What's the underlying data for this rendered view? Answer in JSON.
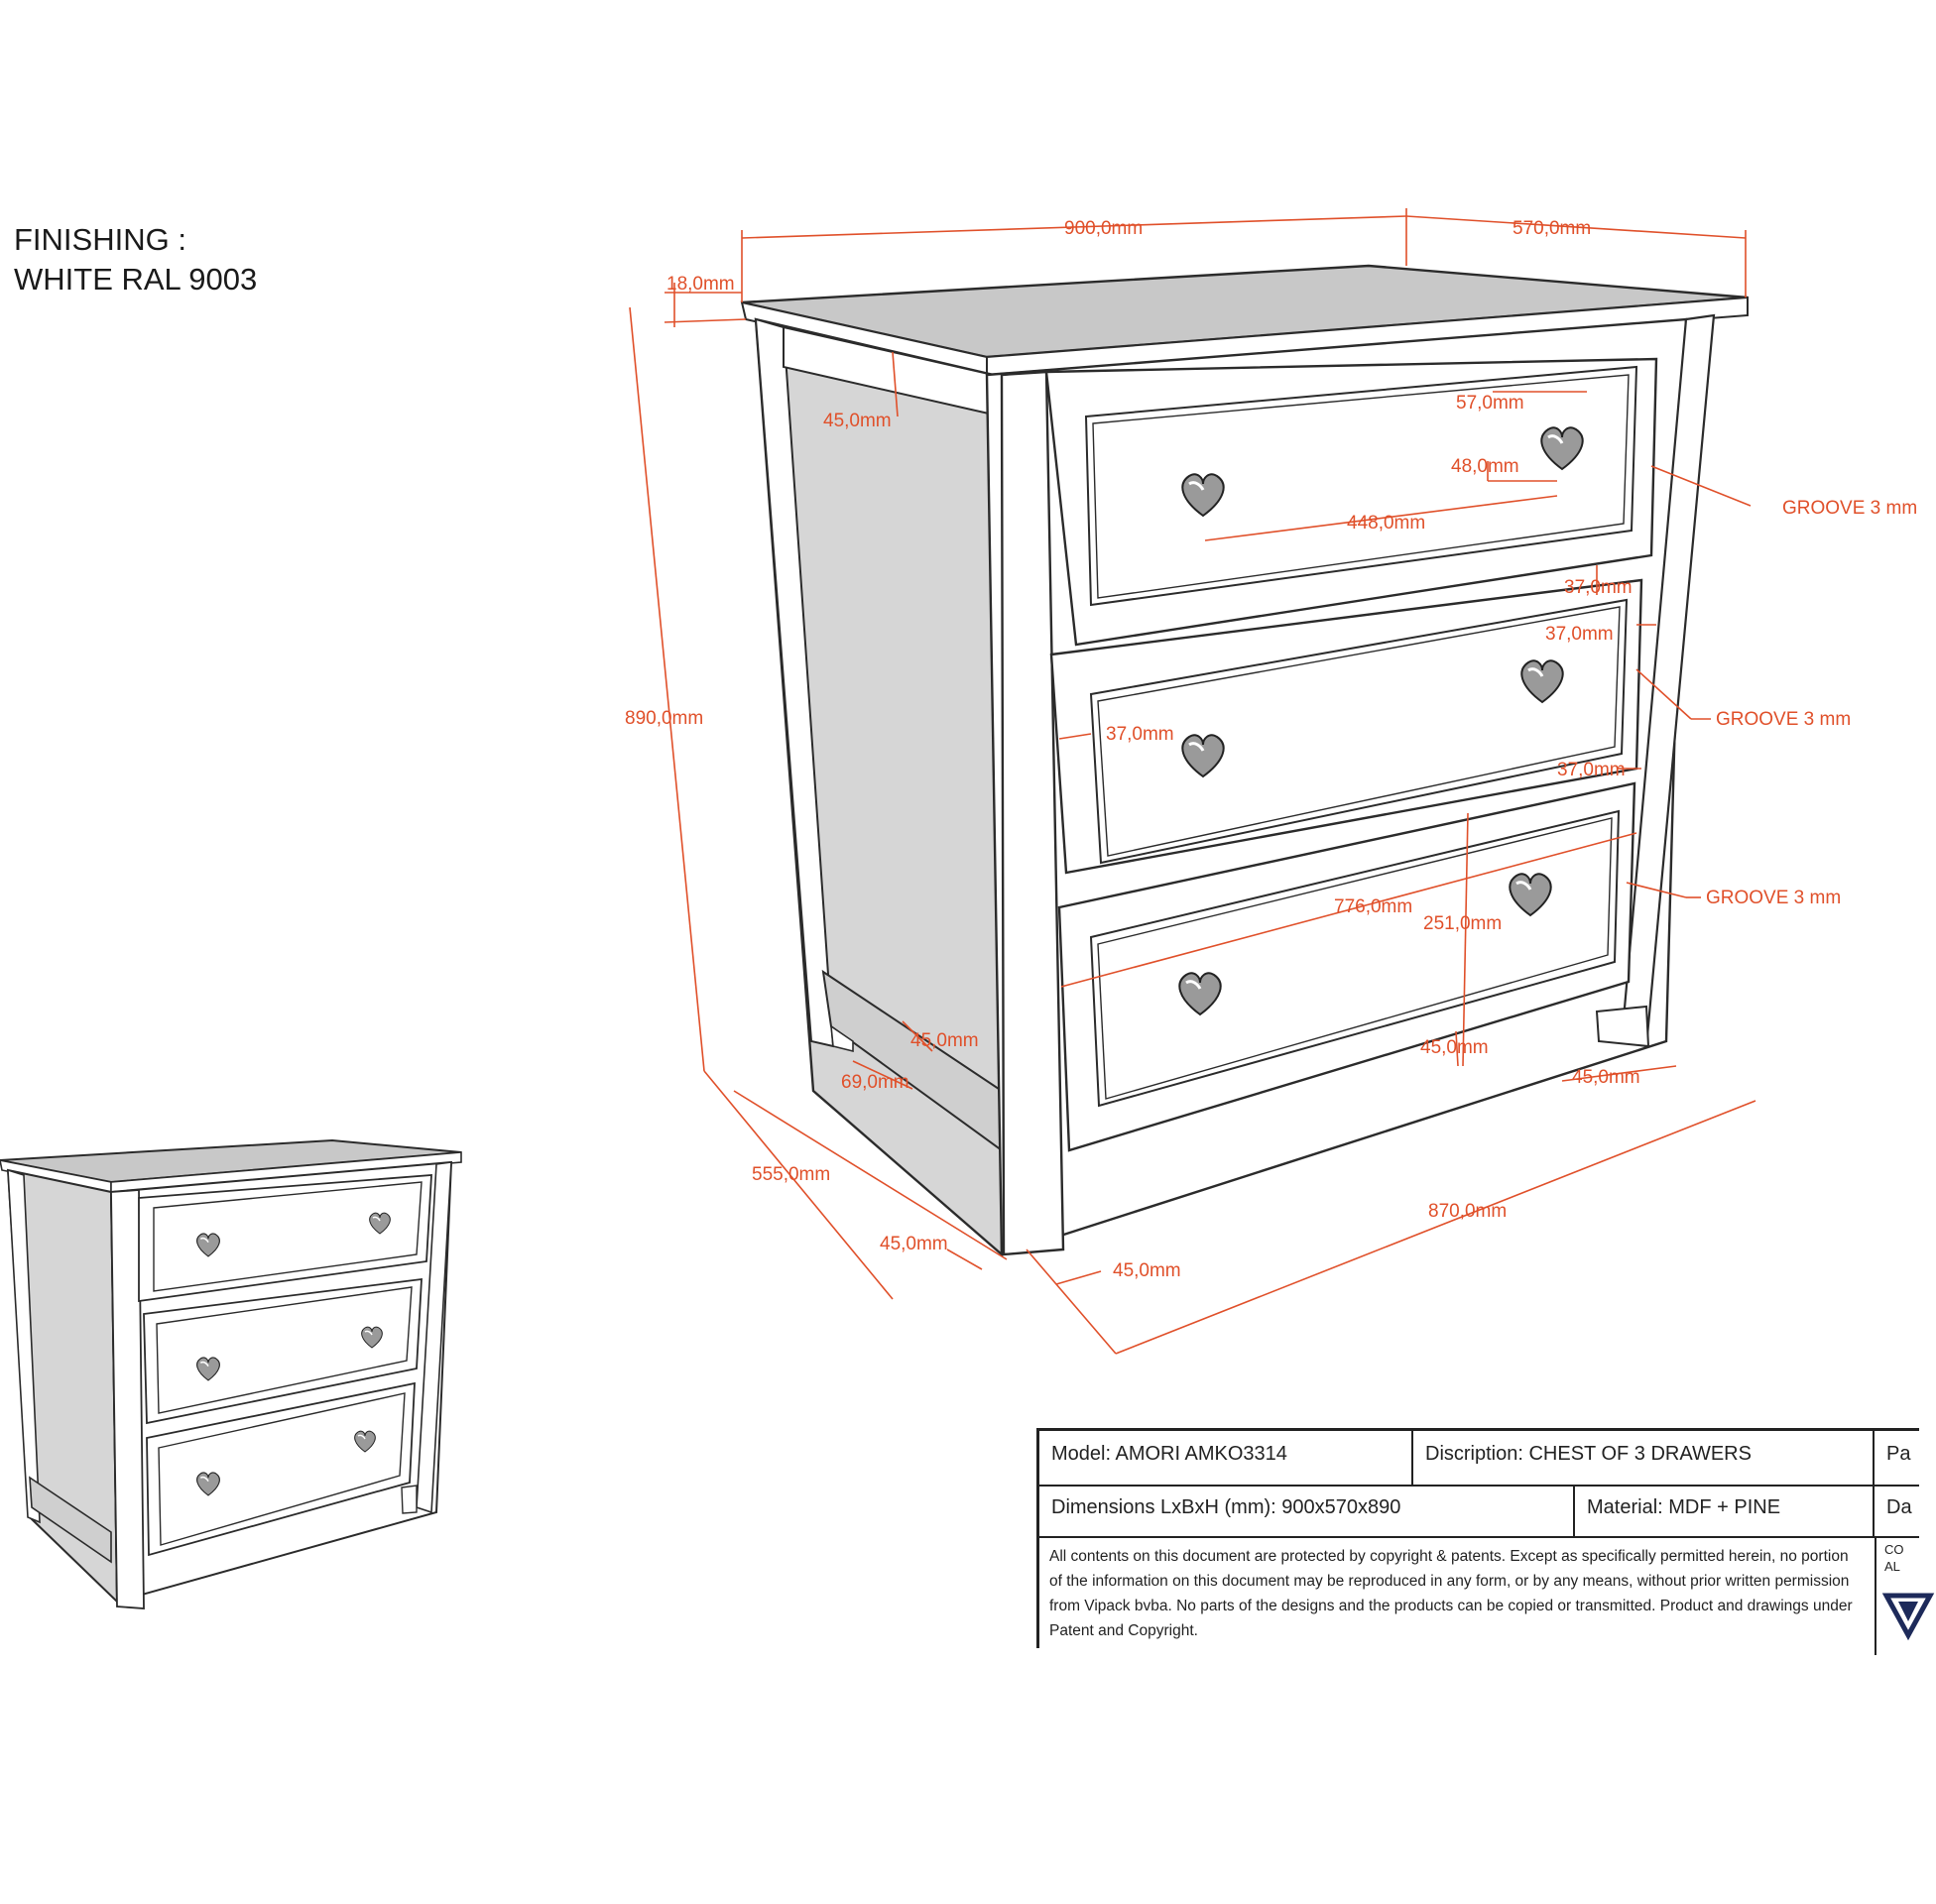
{
  "finishing": {
    "line1": "FINISHING :",
    "line2": "WHITE RAL 9003"
  },
  "dimensions": {
    "width_top": "900,0mm",
    "depth_top": "570,0mm",
    "top_thickness": "18,0mm",
    "side_rail": "45,0mm",
    "handle_width": "57,0mm",
    "handle_height": "48,0mm",
    "handle_spacing": "448,0mm",
    "height_total": "890,0mm",
    "drawer_gap_top": "37,0mm",
    "drawer_side_gap": "37,0mm",
    "drawer_left_gap": "37,0mm",
    "drawer_gap_mid": "37,0mm",
    "drawer_width": "776,0mm",
    "drawer_height": "251,0mm",
    "bottom_rail": "45,0mm",
    "leg_front_right": "45,0mm",
    "side_bottom_rail": "45,0mm",
    "leg_gap": "69,0mm",
    "depth_bottom": "555,0mm",
    "leg_side": "45,0mm",
    "leg_front": "45,0mm",
    "width_bottom": "870,0mm",
    "groove_1": "GROOVE 3 mm",
    "groove_2": "GROOVE 3 mm",
    "groove_3": "GROOVE 3 mm"
  },
  "titleblock": {
    "model": "Model: AMORI AMKO3314",
    "description": "Discription: CHEST OF 3 DRAWERS",
    "right_top": "Pa",
    "dims": "Dimensions LxBxH (mm): 900x570x890",
    "material": "Material: MDF + PINE",
    "right_mid": "Da",
    "legal": "All contents on this document are protected by copyright & patents. Except as specifically permitted herein, no portion of the information on this document may be reproduced in any form, or by any means, without prior written permission from Vipack bvba. No parts of the designs and the products can be copied or transmitted. Product and drawings under Patent and Copyright.",
    "right_small1": "CO",
    "right_small2": "AL"
  },
  "colors": {
    "dimension": "#e0502a",
    "line": "#2b2b2b",
    "side_shade": "#d6d6d6",
    "top_shade": "#c8c8c8"
  }
}
